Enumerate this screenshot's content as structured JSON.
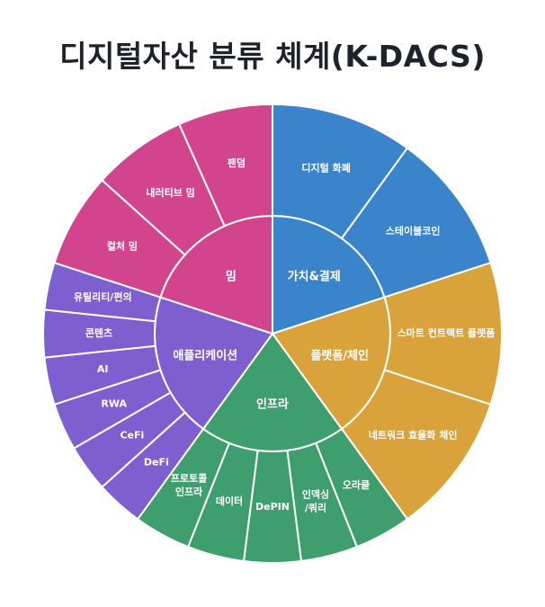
{
  "title": "디지털자산 분류 체계(K-DACS)",
  "chart_data": {
    "type": "sunburst",
    "title": "디지털자산 분류 체계(K-DACS)",
    "center": [
      303,
      371
    ],
    "inner_radius": 131,
    "outer_radius": 255,
    "start_angle_deg": 0,
    "direction": "clockwise",
    "categories": [
      {
        "name": "가치&결제",
        "color": "#3a84cc",
        "value": 1,
        "children": [
          {
            "name": "디지털 화폐",
            "value": 1
          },
          {
            "name": "스테이블코인",
            "value": 1
          }
        ]
      },
      {
        "name": "플랫폼/체인",
        "color": "#d9a23a",
        "value": 1,
        "children": [
          {
            "name": "스마트 컨트랙트 플랫폼",
            "value": 1
          },
          {
            "name": "네트워크 효율화 체인",
            "value": 1
          }
        ]
      },
      {
        "name": "인프라",
        "color": "#3e9e6e",
        "value": 1,
        "children": [
          {
            "name": "오라클",
            "value": 1
          },
          {
            "name": "인덱싱\n/쿼리",
            "value": 1
          },
          {
            "name": "DePIN",
            "value": 1
          },
          {
            "name": "데이터",
            "value": 1
          },
          {
            "name": "프로토콜\n인프라",
            "value": 1
          }
        ]
      },
      {
        "name": "애플리케이션",
        "color": "#7e5fd0",
        "value": 1,
        "children": [
          {
            "name": "DeFi",
            "value": 1
          },
          {
            "name": "CeFi",
            "value": 1
          },
          {
            "name": "RWA",
            "value": 1
          },
          {
            "name": "AI",
            "value": 1
          },
          {
            "name": "콘텐츠",
            "value": 1
          },
          {
            "name": "유틸리티/편의",
            "value": 1
          }
        ]
      },
      {
        "name": "밈",
        "color": "#d3448e",
        "value": 1,
        "children": [
          {
            "name": "컬처 밈",
            "value": 1
          },
          {
            "name": "내러티브 밈",
            "value": 1
          },
          {
            "name": "팬덤",
            "value": 1
          }
        ]
      }
    ]
  }
}
